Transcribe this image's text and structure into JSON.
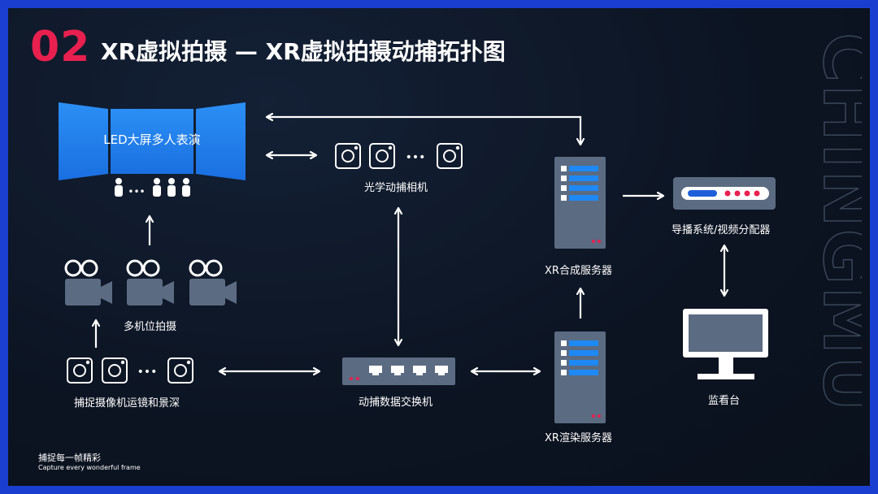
{
  "header": {
    "section_number": "02",
    "title": "XR虚拟拍摄 — XR虚拟拍摄动捕拓扑图"
  },
  "watermark": {
    "text": "CHINGMU"
  },
  "nodes": {
    "led_screen": {
      "screen_text": "LED大屏多人表演",
      "dots": "•••"
    },
    "optical_cameras": {
      "label": "光学动捕相机",
      "dots": "•••"
    },
    "multi_camera": {
      "label": "多机位拍摄"
    },
    "tracking_cameras": {
      "label": "捕捉摄像机运镜和景深",
      "dots": "•••"
    },
    "mocap_switch": {
      "label": "动捕数据交换机"
    },
    "xr_compositing_server": {
      "label": "XR合成服务器"
    },
    "xr_render_server": {
      "label": "XR渲染服务器"
    },
    "director_system": {
      "label": "导播系统/视频分配器"
    },
    "monitor": {
      "label": "监看台"
    }
  },
  "footer": {
    "tagline_cn": "捕捉每一帧精彩",
    "tagline_en": "Capture every wonderful frame"
  },
  "colors": {
    "outer_frame": "#1a3fd0",
    "background": "#0c1422",
    "accent_red": "#e8204f",
    "screen_blue": "#1e7ff0",
    "device_gray": "#5b6b82",
    "device_blue": "#1e88f5",
    "white": "#ffffff"
  }
}
